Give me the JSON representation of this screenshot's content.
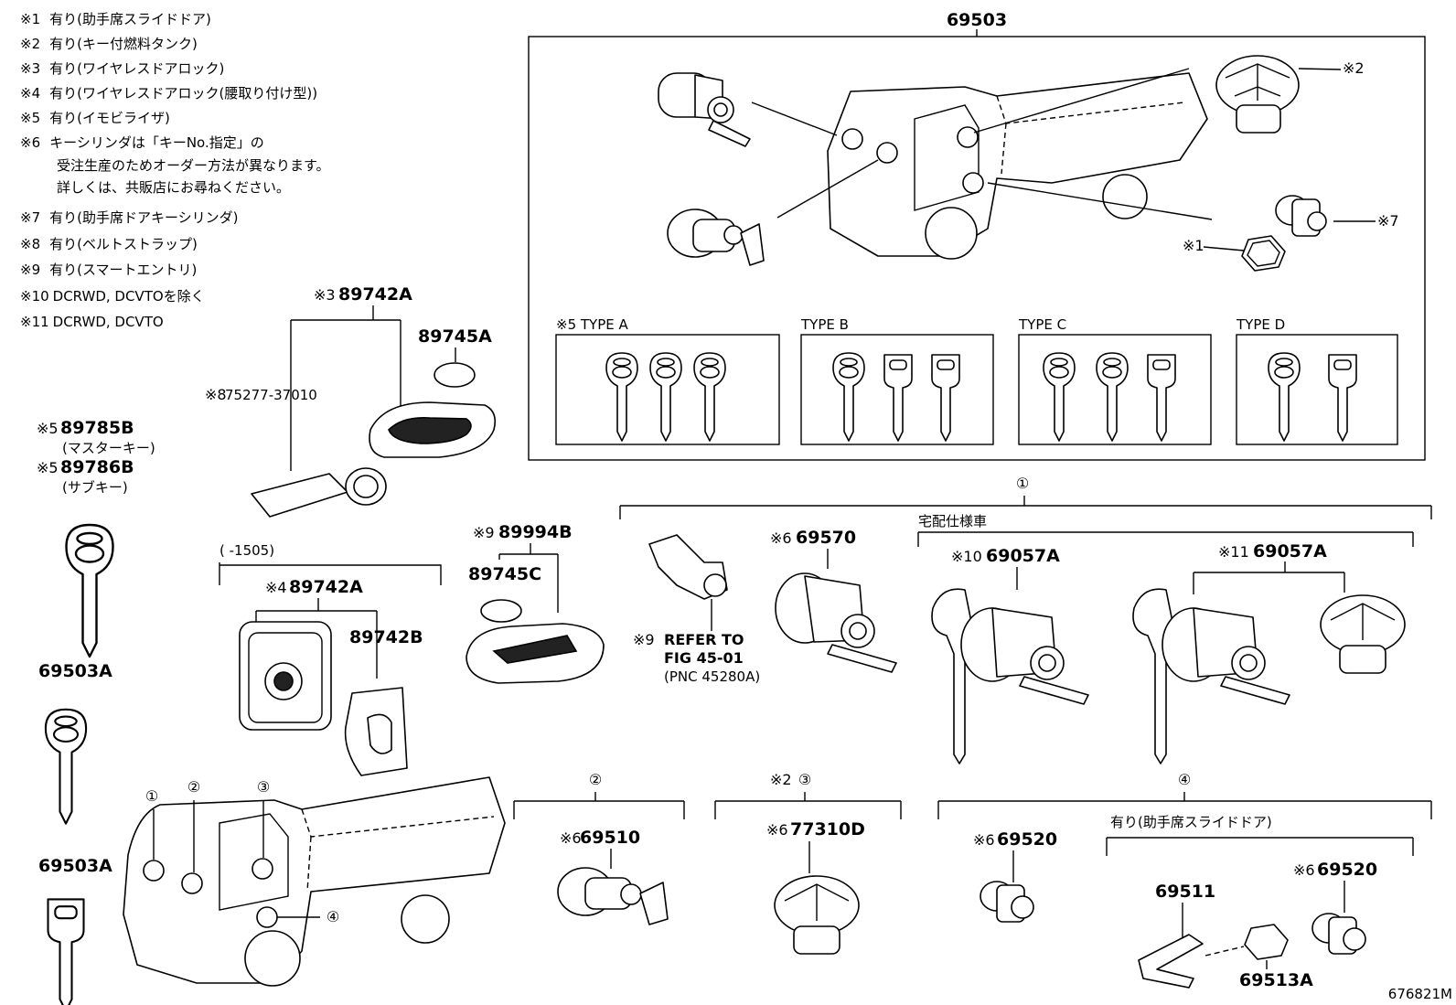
{
  "notes": [
    {
      "mark": "※1",
      "text": "有り(助手席スライドドア)"
    },
    {
      "mark": "※2",
      "text": "有り(キー付燃料タンク)"
    },
    {
      "mark": "※3",
      "text": "有り(ワイヤレスドアロック)"
    },
    {
      "mark": "※4",
      "text": "有り(ワイヤレスドアロック(腰取り付け型))"
    },
    {
      "mark": "※5",
      "text": "有り(イモビライザ)"
    },
    {
      "mark": "※6",
      "text": "キーシリンダは「キーNo.指定」の"
    },
    {
      "mark": "",
      "text": "受注生産のためオーダー方法が異なります。"
    },
    {
      "mark": "",
      "text": "詳しくは、共販店にお尋ねください。"
    },
    {
      "mark": "※7",
      "text": "有り(助手席ドアキーシリンダ)"
    },
    {
      "mark": "※8",
      "text": "有り(ベルトストラップ)"
    },
    {
      "mark": "※9",
      "text": "有り(スマートエントリ)"
    },
    {
      "mark": "※10",
      "text": "DCRWD, DCVTOを除く"
    },
    {
      "mark": "※11",
      "text": "DCRWD, DCVTO"
    }
  ],
  "labels": {
    "p69503": "69503",
    "m2_top": "※2",
    "m7_top": "※7",
    "m1_top": "※1",
    "typeA": "※5 TYPE  A",
    "typeB": "TYPE  B",
    "typeC": "TYPE  C",
    "typeD": "TYPE  D",
    "m3": "※3",
    "p89742A_1": "89742A",
    "p89745A": "89745A",
    "m8": "※8",
    "p75277": "75277-37010",
    "m5a": "※5",
    "p89785B": "89785B",
    "master": "(マスターキー)",
    "m5b": "※5",
    "p89786B": "89786B",
    "sub": "(サブキー)",
    "p69503A_1": "69503A",
    "p69503A_2": "69503A",
    "range": "(    -1505)",
    "m4": "※4",
    "p89742A_2": "89742A",
    "p89742B": "89742B",
    "m9a": "※9",
    "p89994B": "89994B",
    "p89745C": "89745C",
    "m9b": "※9",
    "refer1": "REFER TO",
    "refer2": "FIG 45-01",
    "refer3": "(PNC 45280A)",
    "c1": "①",
    "m6a": "※6",
    "p69570": "69570",
    "takuhai": "宅配仕様車",
    "m10": "※10",
    "p69057A_1": "69057A",
    "m11": "※11",
    "p69057A_2": "69057A",
    "c2": "②",
    "m6b": "※6",
    "p69510": "69510",
    "m2b": "※2",
    "c3": "③",
    "m6c": "※6",
    "p77310D": "77310D",
    "c4": "④",
    "m6d": "※6",
    "p69520_1": "69520",
    "slide": "有り(助手席スライドドア)",
    "p69511": "69511",
    "m6e": "※6",
    "p69520_2": "69520",
    "p69513A": "69513A",
    "truck_c1": "①",
    "truck_c2": "②",
    "truck_c3": "③",
    "truck_c4": "④",
    "figno": "676821M"
  }
}
